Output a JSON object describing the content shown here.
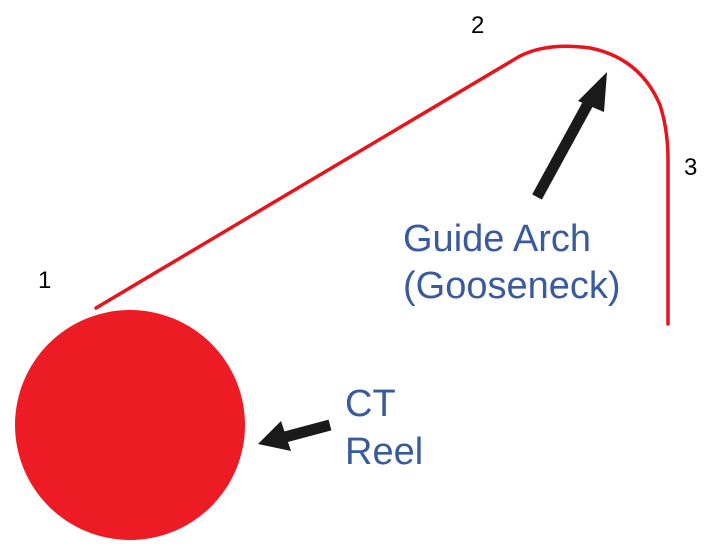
{
  "points": {
    "p1": "1",
    "p2": "2",
    "p3": "3"
  },
  "gooseneck": {
    "line1": "Guide Arch",
    "line2": "(Gooseneck)"
  },
  "reel": {
    "line1": "CT",
    "line2": "Reel"
  },
  "colors": {
    "tubing": "#e8141c",
    "reel": "#ed1c24",
    "arrow": "#1a1a1a",
    "callout_text": "#3a5a9e",
    "point_text": "#000000"
  }
}
